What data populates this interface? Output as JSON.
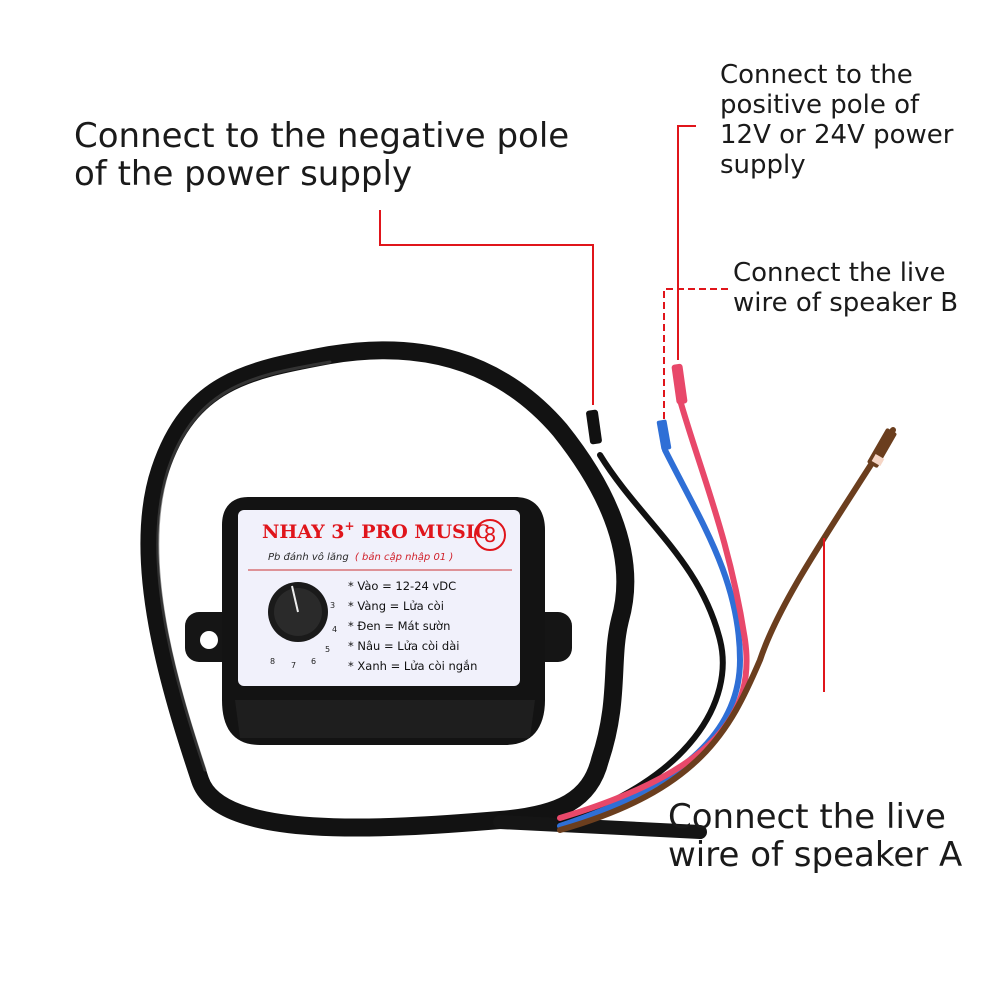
{
  "labels": {
    "negative": [
      "Connect to the negative pole",
      "of the power supply"
    ],
    "positive": [
      "Connect to the",
      "positive pole of",
      "12V or 24V power",
      "supply"
    ],
    "speaker_b": [
      "Connect the live",
      "wire of speaker B"
    ],
    "speaker_a": [
      "Connect the live",
      "wire of speaker A"
    ]
  },
  "device": {
    "title": "NHAY 3",
    "title_sup": "+",
    "title_rest": " PRO MUSIC",
    "badge": "8",
    "subtitle": "Pb đánh vô lăng",
    "subtitle_note": "( bản cập nhập 01 )",
    "specs": [
      "* Vào = 12-24 vDC",
      "* Vàng = Lửa còi",
      "* Đen = Mát sườn",
      "* Nâu = Lửa còi dài",
      "* Xanh = Lửa còi ngắn"
    ],
    "dial_marks": [
      "8",
      "7",
      "6",
      "5",
      "4",
      "3"
    ]
  },
  "colors": {
    "annotation_line": "#e0151b",
    "wire_red": "#e8486a",
    "wire_blue": "#2f6fd6",
    "wire_brown": "#6b3e1e",
    "wire_black": "#111111",
    "housing": "#141414",
    "panel": "#f1f1fb"
  }
}
